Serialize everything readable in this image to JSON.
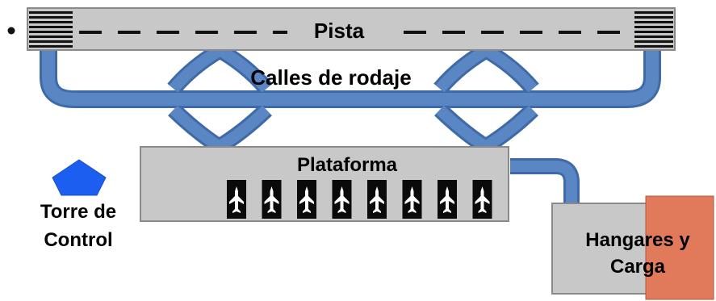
{
  "labels": {
    "runway": "Pista",
    "taxiways": "Calles de rodaje",
    "apron": "Plataforma",
    "tower_line1": "Torre de",
    "tower_line2": "Control",
    "hangars_line1": "Hangares y",
    "hangars_line2": "Carga"
  },
  "aircraft_stands": 8,
  "colors": {
    "gray_area": "#c8c8c8",
    "gray_border": "#888888",
    "taxiway_blue": "#5b86c4",
    "tower_blue": "#1c5ff0",
    "cargo_orange": "#e07a5a",
    "stand_black": "#0a0a0a",
    "text": "#000000"
  },
  "icons": {
    "tower": "pentagon-icon",
    "aircraft": "airplane-icon",
    "runway_marker": "dot-icon"
  }
}
